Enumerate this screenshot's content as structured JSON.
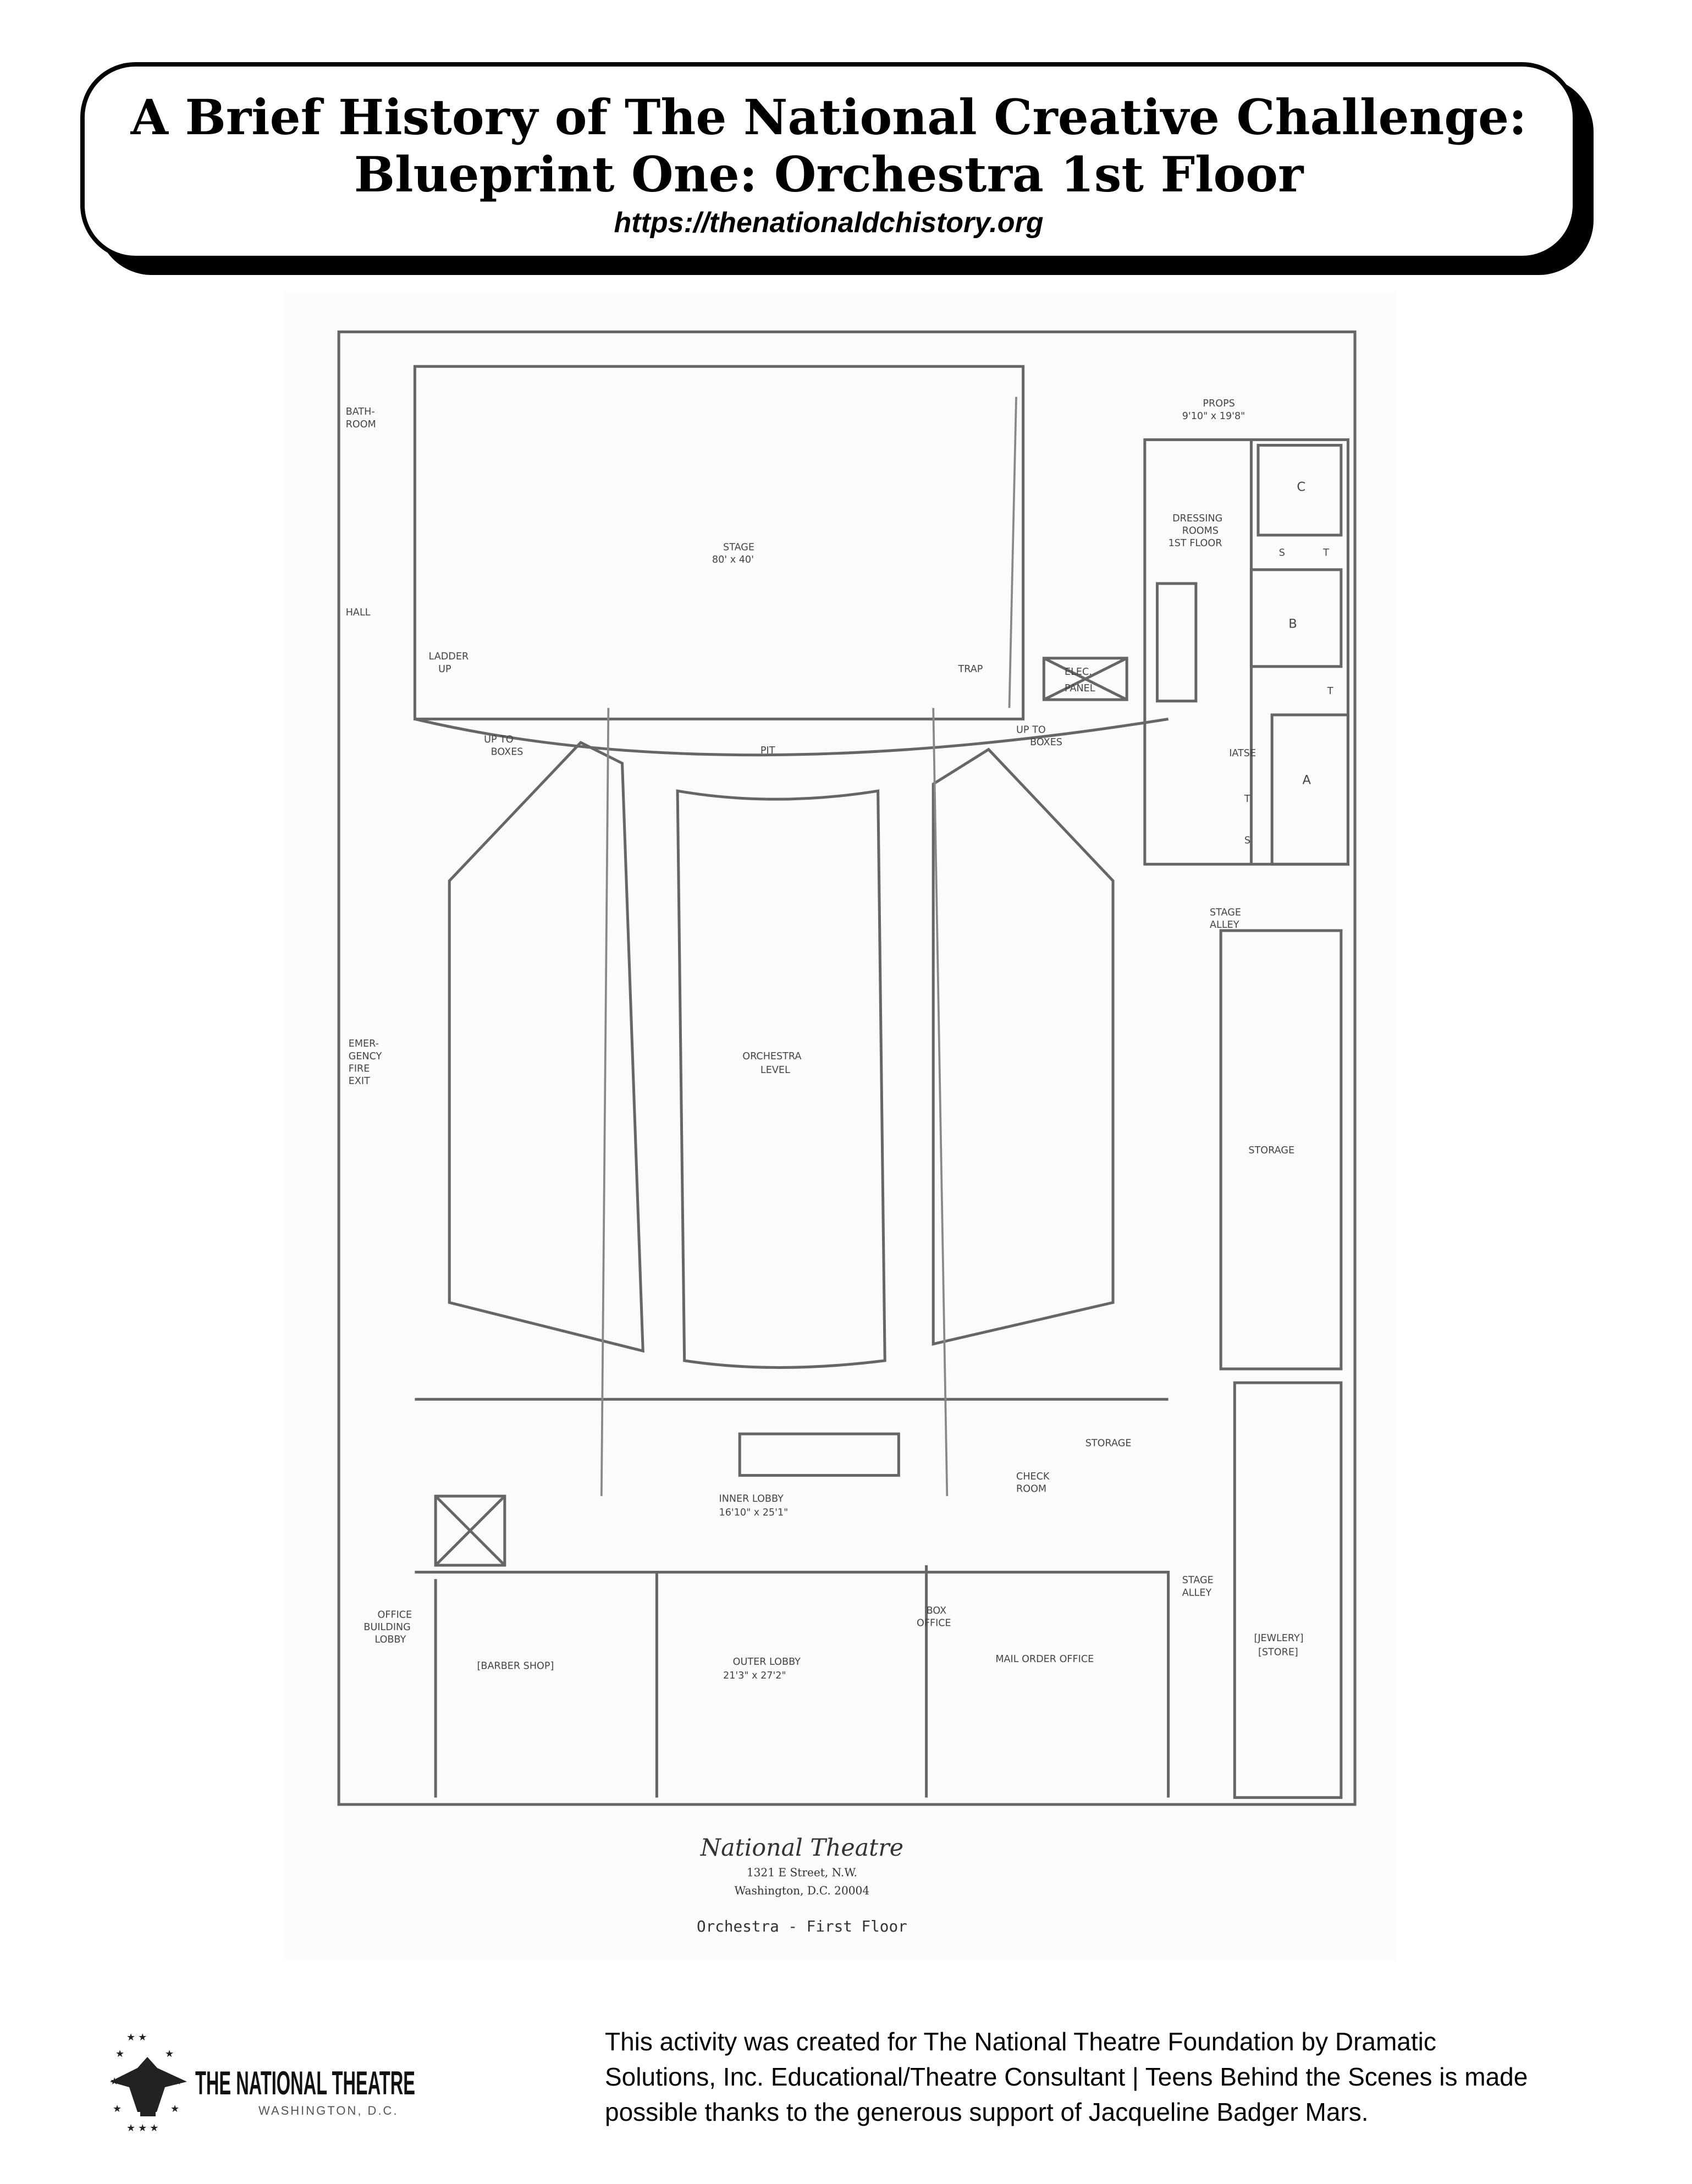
{
  "header": {
    "title_line1": "A Brief History of The National Creative Challenge:",
    "title_line2": "Blueprint One: Orchestra 1st Floor",
    "url": "https://thenationaldchistory.org"
  },
  "blueprint": {
    "labels": {
      "bathroom": [
        "BATH-",
        "ROOM"
      ],
      "props": [
        "PROPS",
        "9'10\" x 19'8\""
      ],
      "stage": [
        "STAGE",
        "80' x 40'"
      ],
      "dressing_rooms": [
        "DRESSING",
        "ROOMS",
        "1ST FLOOR"
      ],
      "room_c": "C",
      "room_b": "B",
      "room_a": "A",
      "s": "S",
      "t": "T",
      "hall": "HALL",
      "ladder": [
        "LADDER",
        "UP"
      ],
      "trap": "TRAP",
      "elec_panel": [
        "ELEC.",
        "PANEL"
      ],
      "up_to_boxes": [
        "UP TO",
        "BOXES"
      ],
      "pit": "PIT",
      "iatse": "IATSE",
      "stage_alley": [
        "STAGE",
        "ALLEY"
      ],
      "emergency": [
        "EMER-",
        "GENCY",
        "FIRE",
        "EXIT"
      ],
      "orchestra_level": [
        "ORCHESTRA",
        "LEVEL"
      ],
      "storage": "STORAGE",
      "check_room": [
        "CHECK",
        "ROOM"
      ],
      "inner_lobby": [
        "INNER  LOBBY",
        "16'10\" x 25'1\""
      ],
      "office_lobby": [
        "OFFICE",
        "BUILDING",
        "LOBBY"
      ],
      "box_office": [
        "BOX",
        "OFFICE"
      ],
      "barber_shop": "[BARBER SHOP]",
      "outer_lobby": [
        "OUTER LOBBY",
        "21'3\" x 27'2\""
      ],
      "mail_order": "MAIL ORDER OFFICE",
      "jewelry_store": [
        "[JEWLERY]",
        "[STORE]"
      ]
    },
    "caption": {
      "name": "National Theatre",
      "street": "1321 E Street, N.W.",
      "city": "Washington, D.C. 20004",
      "floor": "Orchestra - First Floor"
    }
  },
  "footer": {
    "logo": {
      "name": "THE NATIONAL THEATRE",
      "sub": "WASHINGTON, D.C."
    },
    "credit_lines": [
      "This activity was created for The National Theatre Foundation by Dramatic",
      "Solutions, Inc. Educational/Theatre Consultant | Teens Behind the Scenes is made",
      "possible thanks to the generous support of Jacqueline Badger Mars."
    ]
  }
}
